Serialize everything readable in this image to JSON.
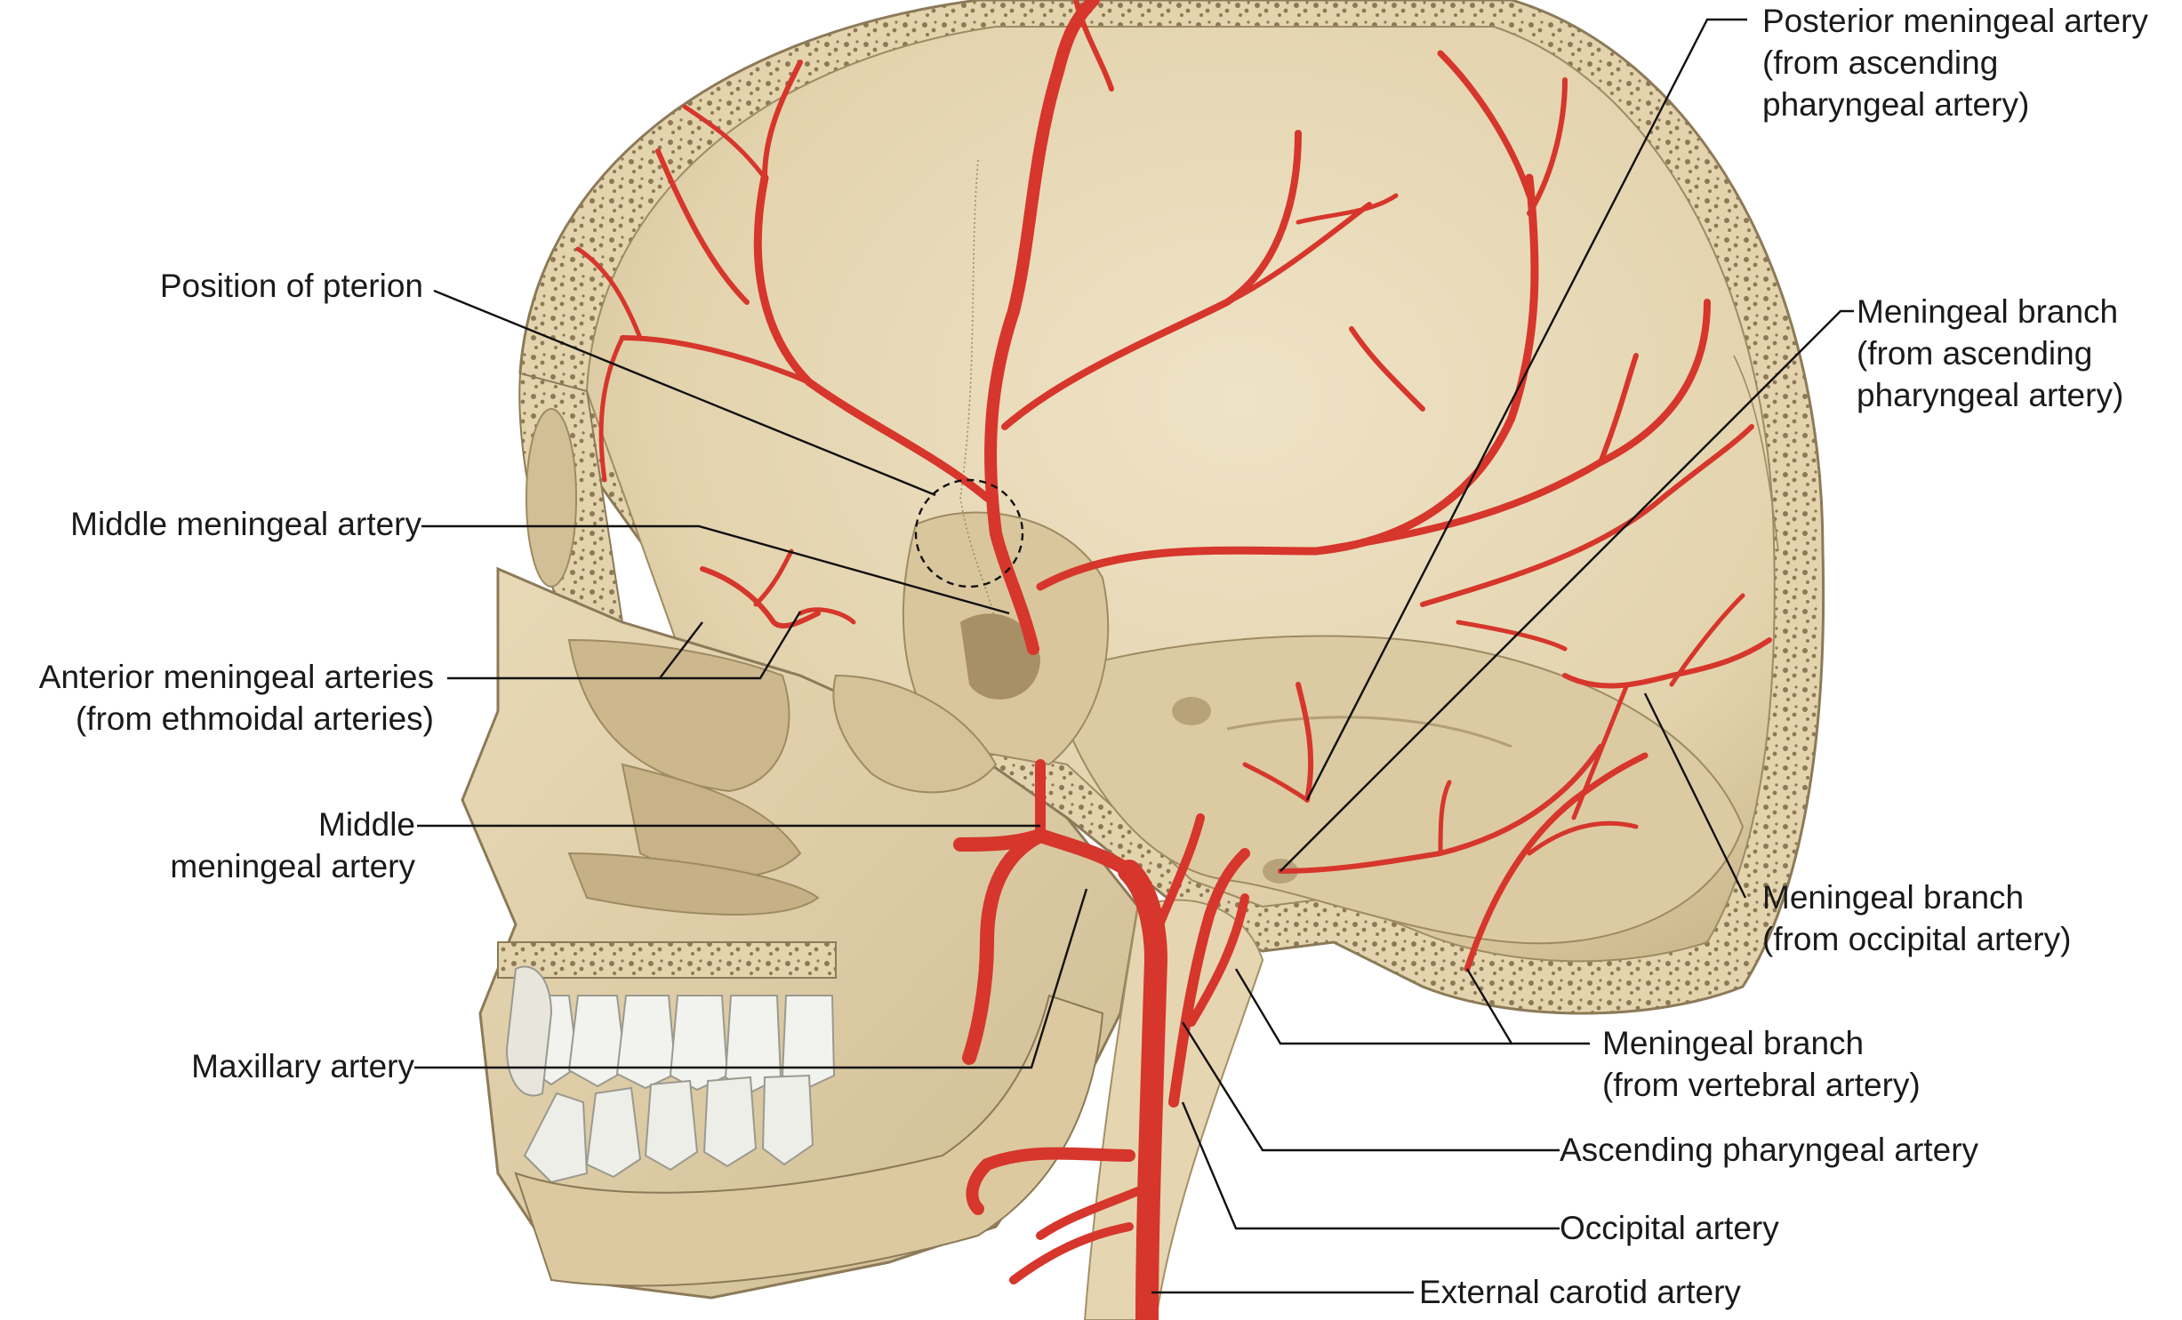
{
  "labels": {
    "posterior_meningeal": [
      "Posterior meningeal artery",
      "(from ascending",
      "pharyngeal artery)"
    ],
    "pterion": [
      "Position of pterion"
    ],
    "meningeal_ascending_pharyngeal": [
      "Meningeal branch",
      "(from ascending",
      "pharyngeal artery)"
    ],
    "middle_meningeal_top": [
      "Middle meningeal artery"
    ],
    "anterior_meningeal": [
      "Anterior meningeal arteries",
      "(from ethmoidal arteries)"
    ],
    "middle_meningeal_lower": [
      "Middle",
      "meningeal artery"
    ],
    "meningeal_occipital": [
      "Meningeal branch",
      "(from occipital artery)"
    ],
    "maxillary": [
      "Maxillary artery"
    ],
    "meningeal_vertebral": [
      "Meningeal branch",
      "(from vertebral artery)"
    ],
    "ascending_pharyngeal": [
      "Ascending pharyngeal artery"
    ],
    "occipital": [
      "Occipital artery"
    ],
    "external_carotid": [
      "External carotid artery"
    ]
  },
  "colors": {
    "bone": "#e6d7b3",
    "bone_shadow": "#c9b68c",
    "bone_outline": "#8c7a58",
    "inner_skull": "#e9dcbd",
    "diploe": "#d3c29c",
    "artery": "#d6362b",
    "teeth": "#f2f2ee",
    "leader": "#111111"
  }
}
